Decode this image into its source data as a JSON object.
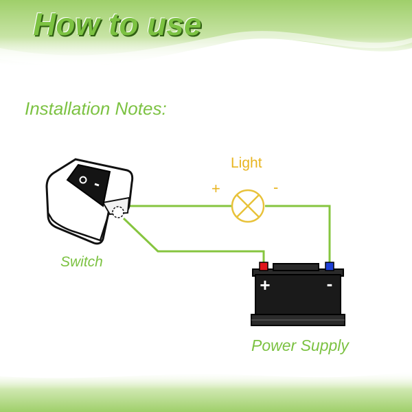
{
  "header": {
    "title": "How to use"
  },
  "section": {
    "title": "Installation Notes:"
  },
  "diagram": {
    "light_label": "Light",
    "light_plus": "+",
    "light_minus": "-",
    "switch_label": "Switch",
    "battery_label": "Power Supply",
    "battery_plus": "+",
    "battery_minus": "-",
    "switch_on_symbol": "I",
    "switch_off_symbol": "O"
  },
  "colors": {
    "accent_green": "#7cc242",
    "title_shadow": "#2f5f12",
    "light_yellow": "#e8b520",
    "wire_green": "#86c53f",
    "battery_body": "#1a1a1a",
    "terminal_positive": "#e0161b",
    "terminal_negative": "#1d3fd6"
  },
  "icons": {
    "switch": "rocker-switch-icon",
    "light": "lamp-icon",
    "battery": "battery-icon"
  }
}
